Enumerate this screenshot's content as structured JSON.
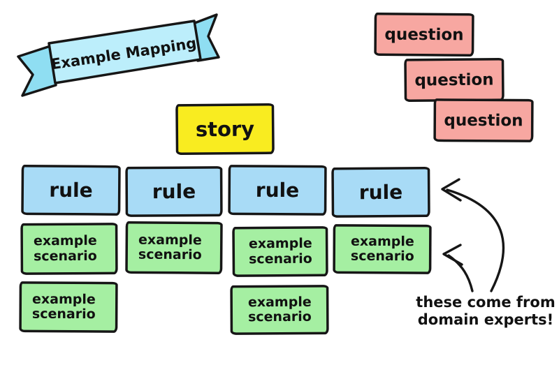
{
  "banner": {
    "label": "Example Mapping"
  },
  "question_cards": [
    {
      "label": "question"
    },
    {
      "label": "question"
    },
    {
      "label": "question"
    }
  ],
  "story_card": {
    "label": "story"
  },
  "rule_cards": [
    {
      "label": "rule"
    },
    {
      "label": "rule"
    },
    {
      "label": "rule"
    },
    {
      "label": "rule"
    }
  ],
  "example_cards_row1": [
    {
      "label": "example\nscenario"
    },
    {
      "label": "example\nscenario"
    },
    {
      "label": "example\nscenario"
    },
    {
      "label": "example\nscenario"
    }
  ],
  "example_cards_row2": [
    {
      "label": "example\nscenario"
    },
    {
      "label": "example\nscenario"
    }
  ],
  "annotation": {
    "text": "these come from\ndomain experts!"
  },
  "colors": {
    "banner": "#bceefb",
    "question": "#f7a7a1",
    "story": "#f9ec20",
    "rule": "#a8dbf6",
    "example": "#a5efa2",
    "ink": "#161616"
  }
}
